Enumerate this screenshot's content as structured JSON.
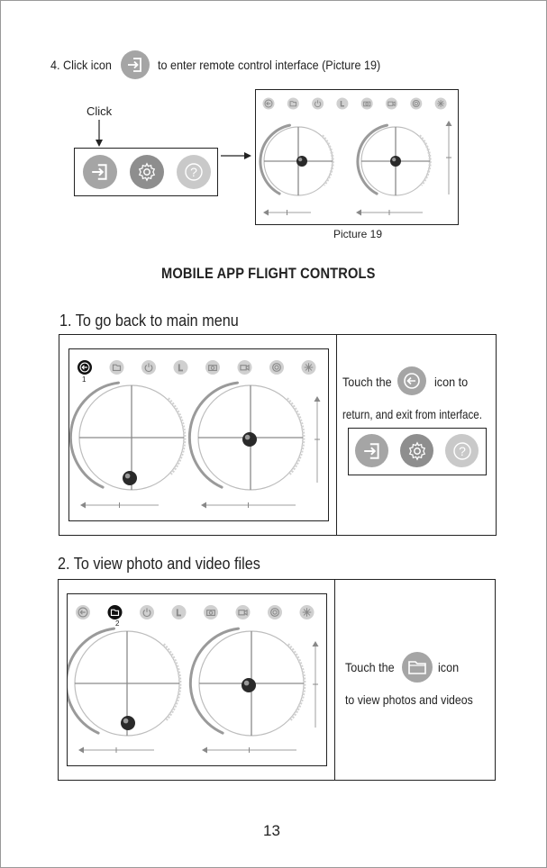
{
  "step4": {
    "text_before": "4. Click icon",
    "text_after": "to enter remote control interface (Picture 19)",
    "click_label": "Click",
    "caption": "Picture 19"
  },
  "heading": "MOBILE APP FLIGHT CONTROLS",
  "section1": {
    "title": "1. To go back to main menu",
    "marker": "1",
    "desc_line1_a": "Touch the",
    "desc_line1_b": "icon to",
    "desc_line2": "return, and exit from interface."
  },
  "section2": {
    "title": "2. To view photo and video files",
    "marker": "2",
    "desc_line1_a": "Touch the",
    "desc_line1_b": "icon",
    "desc_line2": "to view photos and videos"
  },
  "page_number": "13",
  "toolbar_icons": [
    "back-icon",
    "folder-icon",
    "power-icon",
    "l-mode-icon",
    "camera-icon",
    "video-icon",
    "gyro-icon",
    "calibrate-icon"
  ],
  "colors": {
    "icon_gray": "#a5a5a5",
    "active_icon": "#111111",
    "stroke": "#222222"
  }
}
